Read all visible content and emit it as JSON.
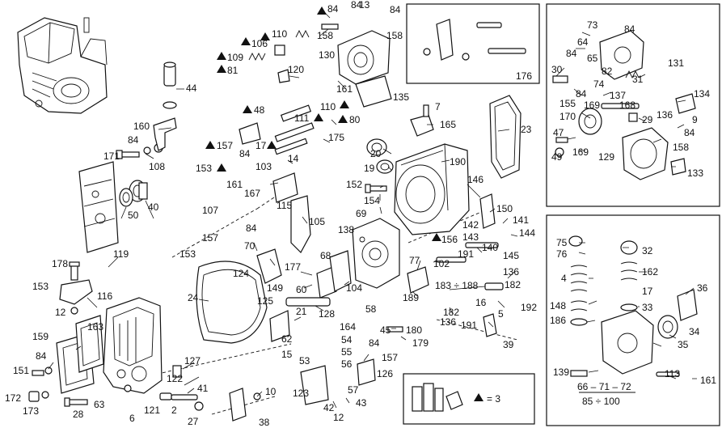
{
  "labels": {
    "p44": "44",
    "p160": "160",
    "p171": "171",
    "p84a": "84",
    "p108": "108",
    "p40": "40",
    "p50": "50",
    "p107": "107",
    "p119": "119",
    "p178": "178",
    "p153a": "153",
    "p12a": "12",
    "p116": "116",
    "p159": "159",
    "p163": "163",
    "p84b": "84",
    "p151": "151",
    "p172": "172",
    "p173": "173",
    "p28": "28",
    "p63": "63",
    "p6": "6",
    "p121": "121",
    "p2": "2",
    "p27": "27",
    "p127": "127",
    "p122": "122",
    "p41": "41",
    "p110a": "110",
    "p106": "106",
    "p109": "109",
    "p81": "81",
    "p158a": "158",
    "p84c": "84",
    "p120": "120",
    "p161a": "161",
    "p48": "48",
    "p110b": "110",
    "p111": "111",
    "p80": "80",
    "p157a": "157",
    "p84d": "84",
    "p17": "17",
    "p175": "175",
    "p153b": "153",
    "p14": "14",
    "p103": "103",
    "p161b": "161",
    "p167": "167",
    "p115": "115",
    "p105": "105",
    "p84e": "84",
    "p157b": "157",
    "p153c": "153",
    "p70": "70",
    "p124": "124",
    "p149": "149",
    "p177": "177",
    "p68": "68",
    "p60": "60",
    "p104": "104",
    "p125": "125",
    "p24": "24",
    "p128": "128",
    "p21": "21",
    "p62": "62",
    "p58": "58",
    "p164": "164",
    "p54": "54",
    "p55": "55",
    "p56": "56",
    "p15": "15",
    "p53": "53",
    "p126": "126",
    "p123": "123",
    "p42": "42",
    "p12b": "12",
    "p57": "57",
    "p43": "43",
    "p10": "10",
    "p38": "38",
    "p84f": "84",
    "p13": "13",
    "p84g": "84",
    "p158b": "158",
    "p130": "130",
    "p135": "135",
    "p7": "7",
    "p165": "165",
    "p20": "20",
    "p19": "19",
    "p190": "190",
    "p23": "23",
    "p152": "152",
    "p154": "154",
    "p69": "69",
    "p146": "146",
    "p138": "138",
    "p156": "156",
    "p150": "150",
    "p141": "141",
    "p142": "142",
    "p143": "143",
    "p144": "144",
    "p140": "140",
    "p145": "145",
    "p191a": "191",
    "p77": "77",
    "p102": "102",
    "p136a": "136",
    "p182a": "182",
    "p183": "183 ÷ 188",
    "p189": "189",
    "p182b": "182",
    "p136b": "136",
    "p16": "16",
    "p191b": "191",
    "p192": "192",
    "p5": "5",
    "p45": "45",
    "p180": "180",
    "p179": "179",
    "p84h": "84",
    "p157c": "157",
    "p39": "39",
    "p176": "176",
    "p73": "73",
    "p84i": "84",
    "p64": "64",
    "p65": "65",
    "p30": "30",
    "p84j": "84",
    "p82": "82",
    "p74": "74",
    "p131": "131",
    "p31": "31",
    "p155": "155",
    "p84k": "84",
    "p137": "137",
    "p134": "134",
    "p169a": "169",
    "p168": "168",
    "p170": "170",
    "p29": "29",
    "p136c": "136",
    "p9": "9",
    "p47": "47",
    "p169b": "169",
    "p84l": "84",
    "p158c": "158",
    "p49": "49",
    "p129": "129",
    "p133": "133",
    "p75": "75",
    "p76": "76",
    "p32": "32",
    "p4": "4",
    "p162": "162",
    "p36": "36",
    "p17b": "17",
    "p148": "148",
    "p33": "33",
    "p186": "186",
    "p34": "34",
    "p35": "35",
    "p139": "139",
    "p113": "113",
    "p161c": "161",
    "formula_top": "66 – 71 – 72",
    "formula_bottom": "85 ÷ 100",
    "legend_eq": "= 3"
  }
}
